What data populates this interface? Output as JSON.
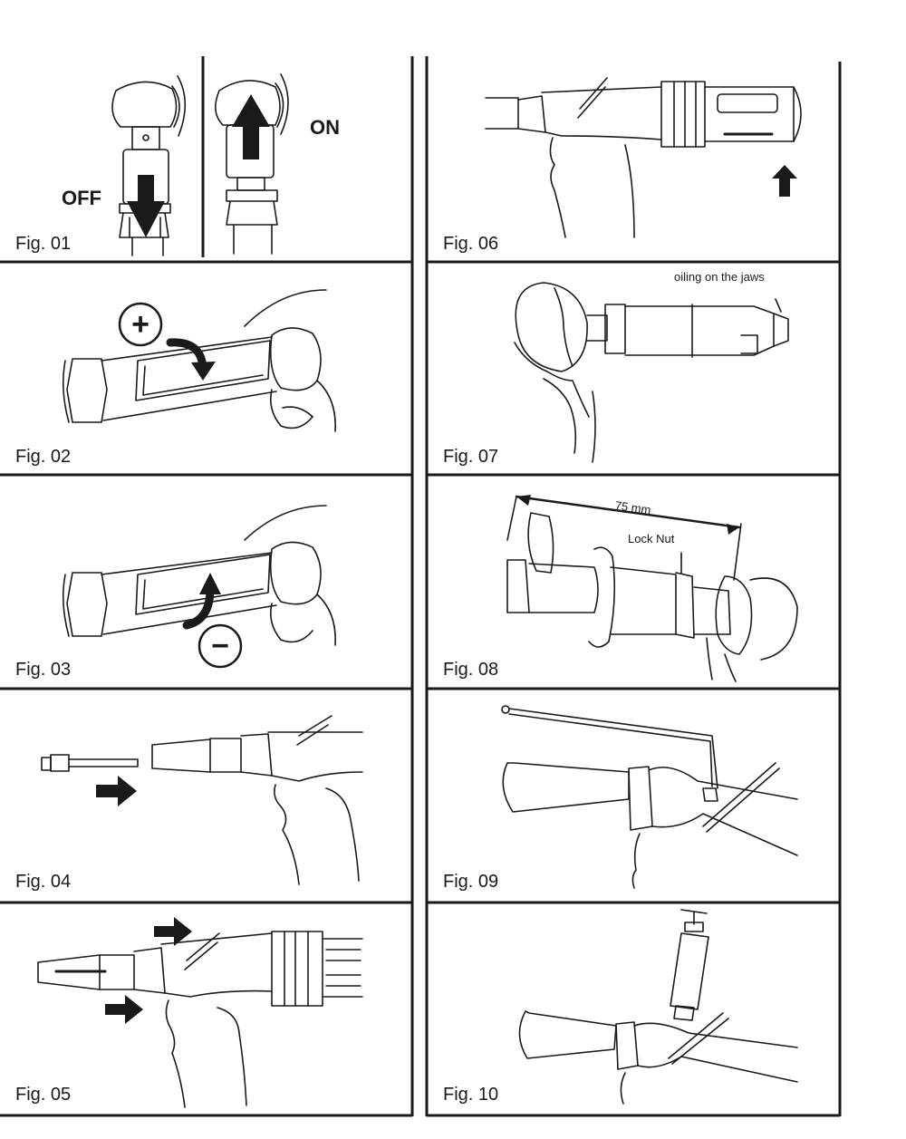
{
  "figures": {
    "f01": {
      "label": "Fig. 01",
      "off": "OFF",
      "on": "ON"
    },
    "f02": {
      "label": "Fig. 02",
      "symbol": "+"
    },
    "f03": {
      "label": "Fig. 03",
      "symbol": "−"
    },
    "f04": {
      "label": "Fig. 04"
    },
    "f05": {
      "label": "Fig. 05"
    },
    "f06": {
      "label": "Fig. 06"
    },
    "f07": {
      "label": "Fig. 07",
      "note": "oiling on the jaws"
    },
    "f08": {
      "label": "Fig. 08",
      "dimension": "75 mm",
      "part": "Lock Nut"
    },
    "f09": {
      "label": "Fig. 09"
    },
    "f10": {
      "label": "Fig. 10"
    }
  }
}
